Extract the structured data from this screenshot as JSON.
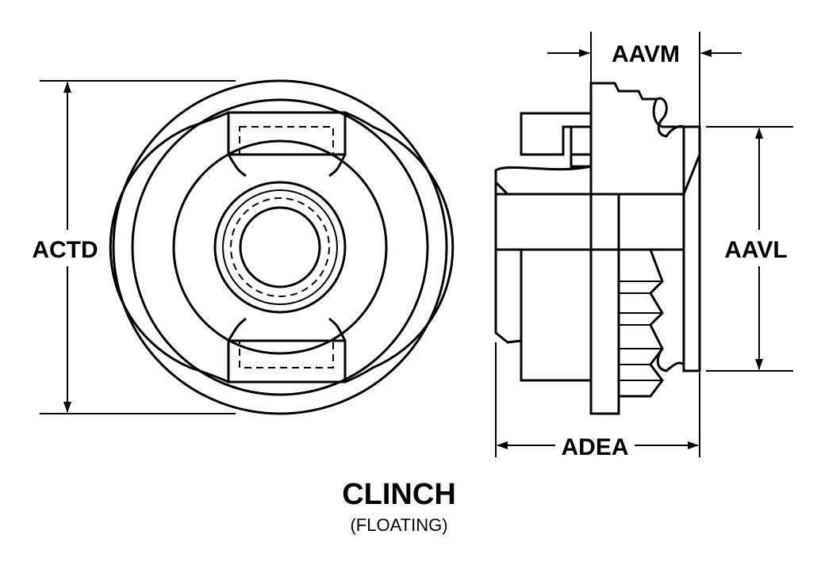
{
  "diagram": {
    "title": "CLINCH",
    "subtitle": "(FLOATING)",
    "dimensions": {
      "outer_diameter": "ACTD",
      "flange_thickness": "AAVM",
      "flange_diameter": "AAVL",
      "overall_length": "ADEA"
    }
  }
}
